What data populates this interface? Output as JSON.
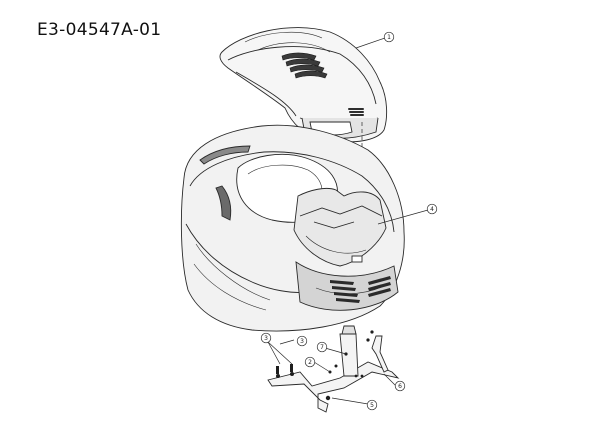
{
  "title": "E3-04547A-01",
  "callouts": [
    {
      "id": "1",
      "label": "1"
    },
    {
      "id": "4",
      "label": "4"
    },
    {
      "id": "3a",
      "label": "3"
    },
    {
      "id": "7",
      "label": "7"
    },
    {
      "id": "2",
      "label": "2"
    },
    {
      "id": "3b",
      "label": "3"
    },
    {
      "id": "6",
      "label": "6"
    },
    {
      "id": "5",
      "label": "5"
    }
  ],
  "colors": {
    "line": "#2a2a2a",
    "fill_light": "#f4f4f4",
    "fill_mid": "#d8d8d8",
    "fill_dark": "#6a6a6a"
  }
}
